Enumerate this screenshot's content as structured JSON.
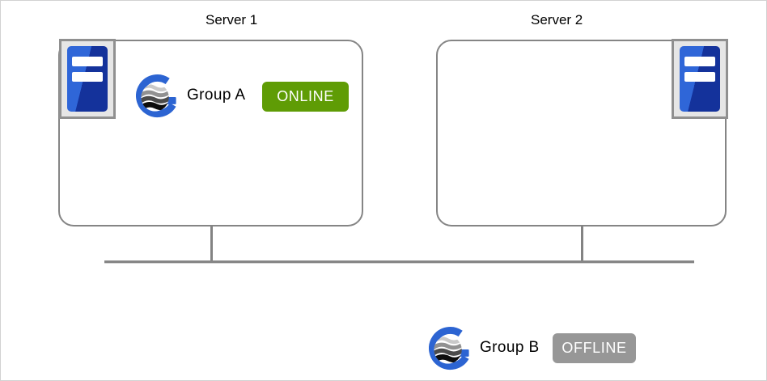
{
  "servers": [
    {
      "label": "Server 1"
    },
    {
      "label": "Server 2"
    }
  ],
  "groups": [
    {
      "name": "Group A",
      "status": "ONLINE",
      "location": "inside Server 1"
    },
    {
      "name": "Group B",
      "status": "OFFLINE",
      "location": "outside servers"
    }
  ],
  "icons": {
    "server": "server-tower-icon",
    "group": "group-globe-icon"
  },
  "colors": {
    "online_badge": "#5f9c05",
    "offline_badge": "#979797",
    "box_border": "#858585",
    "network_line": "#868686",
    "brand_blue": "#2c64d2",
    "server_blue_light": "#2f66d8",
    "server_blue_dark": "#14329b"
  }
}
